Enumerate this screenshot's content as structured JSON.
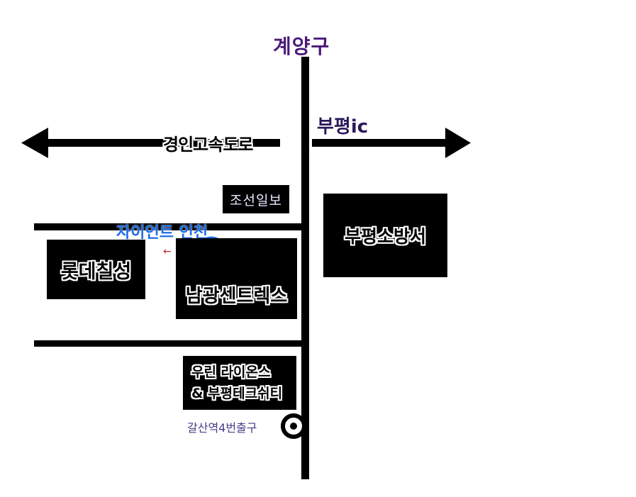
{
  "labels": {
    "district": "계양구",
    "interchange": "부평ic",
    "expressway": "경인고속도로",
    "newspaper": "조선일보",
    "site": "자이언트 인천",
    "fire_station": "부평소방서",
    "lotte": "롯데칠성",
    "namgwang": "남광센트렉스",
    "woorin_line1": "우린 라이온스",
    "woorin_line2": "& 부평테크쉬티",
    "station_exit": "갈산역4번출구"
  },
  "colors": {
    "district": "#4b1a7a",
    "interchange": "#2a1a5a",
    "site": "#1f6ee8",
    "station_exit": "#4a3a8a",
    "site_marker": "#1f6ee8",
    "arrow": "#cc2222"
  }
}
